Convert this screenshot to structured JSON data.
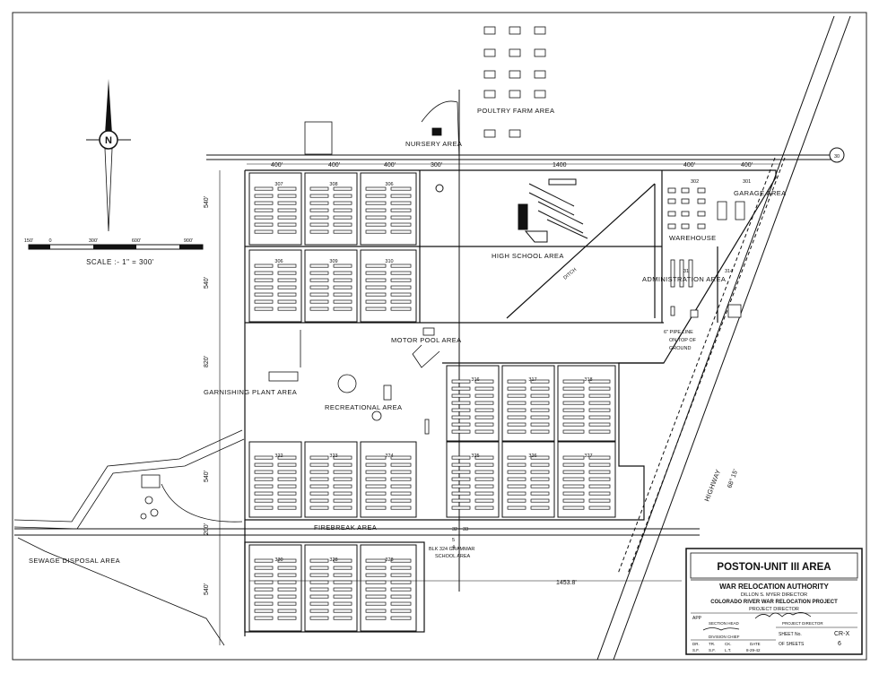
{
  "north_label": "N",
  "scale": {
    "ticks": [
      "150'",
      "0",
      "300'",
      "600'",
      "900'"
    ],
    "label": "SCALE :- 1\" = 300'"
  },
  "dimensions": {
    "top": [
      "400'",
      "400'",
      "400'",
      "300'",
      "1400",
      "400'",
      "400'"
    ],
    "left": [
      "540'",
      "540'",
      "820'",
      "540'",
      "200'",
      "540'"
    ],
    "bottom": "1453.8'",
    "angle": "68° 15'"
  },
  "road_markers": [
    "30"
  ],
  "blocks": {
    "row1": [
      "307",
      "308",
      "306"
    ],
    "row2": [
      "306",
      "309",
      "310"
    ],
    "row3": [
      "322",
      "323",
      "324"
    ],
    "row4": [
      "330",
      "328",
      "328"
    ],
    "mid": [
      "316",
      "317",
      "318"
    ],
    "lower": [
      "325",
      "326",
      "327"
    ],
    "admin": [
      "302",
      "301",
      "315",
      "314"
    ]
  },
  "areas": {
    "poultry": "POULTRY FARM AREA",
    "nursery": "NURSERY AREA",
    "high_school": "HIGH SCHOOL AREA",
    "ditch": "DITCH",
    "garage": "GARAGE AREA",
    "warehouse": "WAREHOUSE",
    "administration": "ADMINISTRATION AREA",
    "motor_pool": "MOTOR POOL AREA",
    "pipe": [
      "6\" PIPE LINE",
      "ON TOP OF",
      "GROUND"
    ],
    "garnishing": "GARNISHING PLANT AREA",
    "recreational": "RECREATIONAL AREA",
    "firebreak": "FIREBREAK AREA",
    "grammar": [
      "BLK 324 GRAMMAR",
      "SCHOOL AREA"
    ],
    "sewage": "SEWAGE DISPOSAL AREA",
    "highway": "HIGHWAY",
    "marker": [
      "32",
      "5",
      "4",
      "33"
    ]
  },
  "title_block": {
    "title": "POSTON-UNIT III AREA",
    "authority": "WAR RELOCATION AUTHORITY",
    "director_line": "DILLON S. MYER  DIRECTOR",
    "project": "COLORADO RIVER WAR RELOCATION PROJECT",
    "project_director": "PROJECT DIRECTOR",
    "app_label": "APP",
    "project_director_label": "PROJECT DIRECTOR",
    "section_head": "SECTION HEAD",
    "division_chief": "DIVISION CHIEF",
    "sheet_no": "SHEET No.",
    "sheet_code": "CR-X",
    "of_sheets": "OF SHEETS",
    "sheet_num": "6",
    "cols": [
      "DR.",
      "TR.",
      "CK.",
      "DATE"
    ],
    "vals": [
      "S.F.",
      "S.F.",
      "L.T.",
      "8-29-42"
    ]
  }
}
